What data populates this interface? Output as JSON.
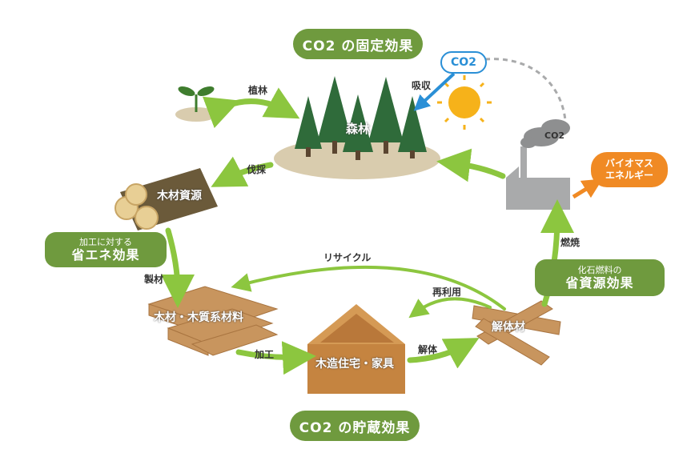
{
  "titles": {
    "fixation": "CO2 の固定効果",
    "storage": "CO2 の貯蔵効果"
  },
  "labels": {
    "planting": "植林",
    "absorption": "吸収",
    "forest": "森林",
    "logging": "伐採",
    "timber_resource": "木材資源",
    "saving_energy_small": "加工に対する",
    "saving_energy_large": "省エネ効果",
    "lumbering": "製材",
    "wood_materials": "木材・木質系材料",
    "processing": "加工",
    "wooden_house": "木造住宅・家具",
    "dismantling": "解体",
    "dismantled_wood": "解体材",
    "reuse": "再利用",
    "recycle": "リサイクル",
    "fossil_small": "化石燃料の",
    "fossil_large": "省資源効果",
    "burning": "燃焼",
    "co2_blue": "CO2",
    "co2_gray": "CO2",
    "biomass_line1": "バイオマス",
    "biomass_line2": "エネルギー"
  },
  "colors": {
    "pill_green": "#6f9a3e",
    "arrow_green": "#8cc63f",
    "blue": "#2a8fd6",
    "orange": "#f08a24",
    "ground": "#d9ccae",
    "tree": "#2f6b3a",
    "wood": "#c8955e",
    "gray": "#a9aaab"
  }
}
